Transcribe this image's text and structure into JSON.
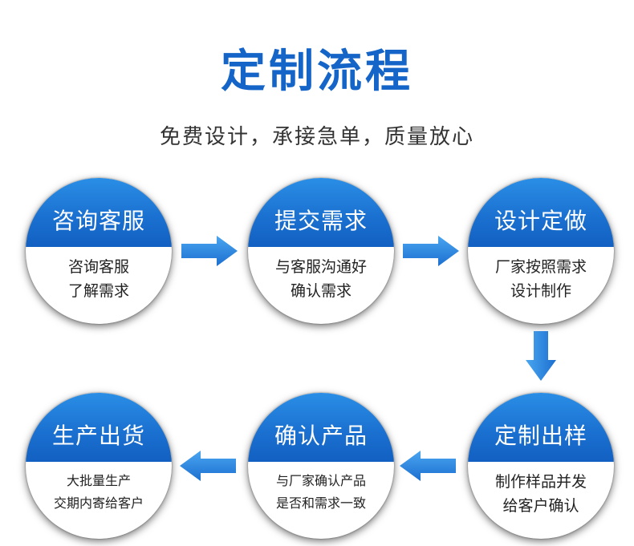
{
  "title": "定制流程",
  "subtitle": "免费设计，承接急单，质量放心",
  "steps": [
    {
      "title": "咨询客服",
      "lines": [
        "咨询客服",
        "了解需求"
      ]
    },
    {
      "title": "提交需求",
      "lines": [
        "与客服沟通好",
        "确认需求"
      ]
    },
    {
      "title": "设计定做",
      "lines": [
        "厂家按照需求",
        "设计制作"
      ]
    },
    {
      "title": "定制出样",
      "lines": [
        "制作样品并发",
        "给客户确认"
      ]
    },
    {
      "title": "确认产品",
      "lines": [
        "与厂家确认产品",
        "是否和需求一致"
      ]
    },
    {
      "title": "生产出货",
      "lines": [
        "大批量生产",
        "交期内寄给客户"
      ]
    }
  ],
  "colors": {
    "accent": "#1565c8",
    "arrow": "#2b86e0"
  },
  "icons": {
    "arrow_right": "arrow-right-icon",
    "arrow_down": "arrow-down-icon",
    "arrow_left": "arrow-left-icon"
  }
}
